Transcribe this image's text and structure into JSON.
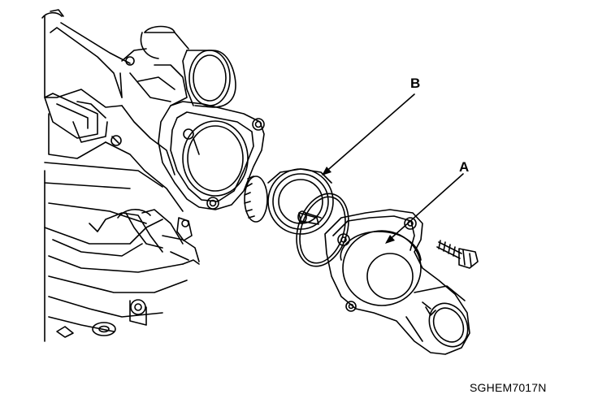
{
  "callouts": {
    "a": "A",
    "b": "B"
  },
  "figure_code": "SGHEM7017N",
  "colors": {
    "line": "#000000",
    "background": "#ffffff"
  }
}
